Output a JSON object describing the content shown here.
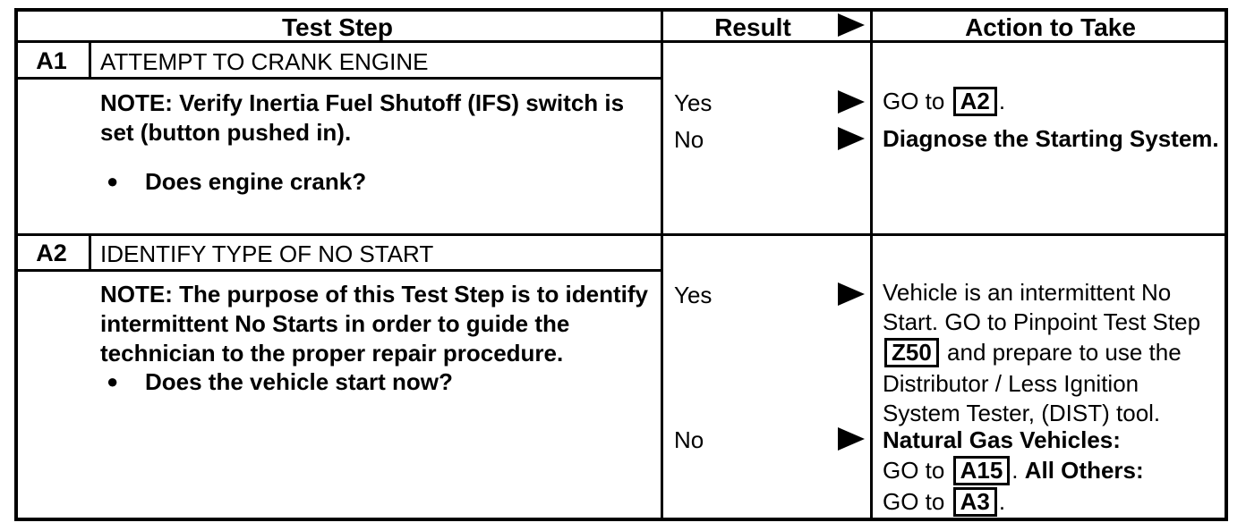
{
  "page": {
    "background": "#ffffff",
    "ink": "#000000"
  },
  "header": {
    "test_step_label": "Test Step",
    "result_label": "Result",
    "action_label": "Action to Take",
    "result_arrow_icon": "right-triangle"
  },
  "steps": [
    {
      "id": "A1",
      "title": "ATTEMPT TO CRANK ENGINE",
      "note_lines": [
        "NOTE: Verify Inertia Fuel Shutoff (IFS) switch is",
        "set (button pushed in)."
      ],
      "bullet_glyph": "●",
      "question": "Does engine crank?",
      "results": [
        {
          "label": "Yes"
        },
        {
          "label": "No"
        }
      ],
      "actions": {
        "yes": {
          "pre": "GO to ",
          "ref": "A2",
          "post": "."
        },
        "no": {
          "text": "Diagnose the Starting System."
        }
      }
    },
    {
      "id": "A2",
      "title": "IDENTIFY TYPE OF NO START",
      "note_lines": [
        "NOTE: The purpose of this Test Step is to identify",
        "intermittent No Starts in order to guide the",
        "technician to the proper repair procedure."
      ],
      "bullet_glyph": "●",
      "question": "Does the vehicle start now?",
      "results": [
        {
          "label": "Yes"
        },
        {
          "label": "No"
        }
      ],
      "actions": {
        "yes": {
          "line1": "Vehicle is an intermittent No",
          "line2": "Start. GO to Pinpoint Test Step",
          "ref": "Z50",
          "after_ref": " and prepare to use the",
          "line4": "Distributor / Less Ignition",
          "line5": "System Tester, (DIST) tool."
        },
        "no": {
          "heading": "Natural Gas Vehicles:",
          "go1_pre": "GO to ",
          "ref1": "A15",
          "go1_mid": ". ",
          "others_label": "All Others:",
          "go2_pre": "GO to ",
          "ref2": "A3",
          "go2_post": "."
        }
      }
    }
  ]
}
